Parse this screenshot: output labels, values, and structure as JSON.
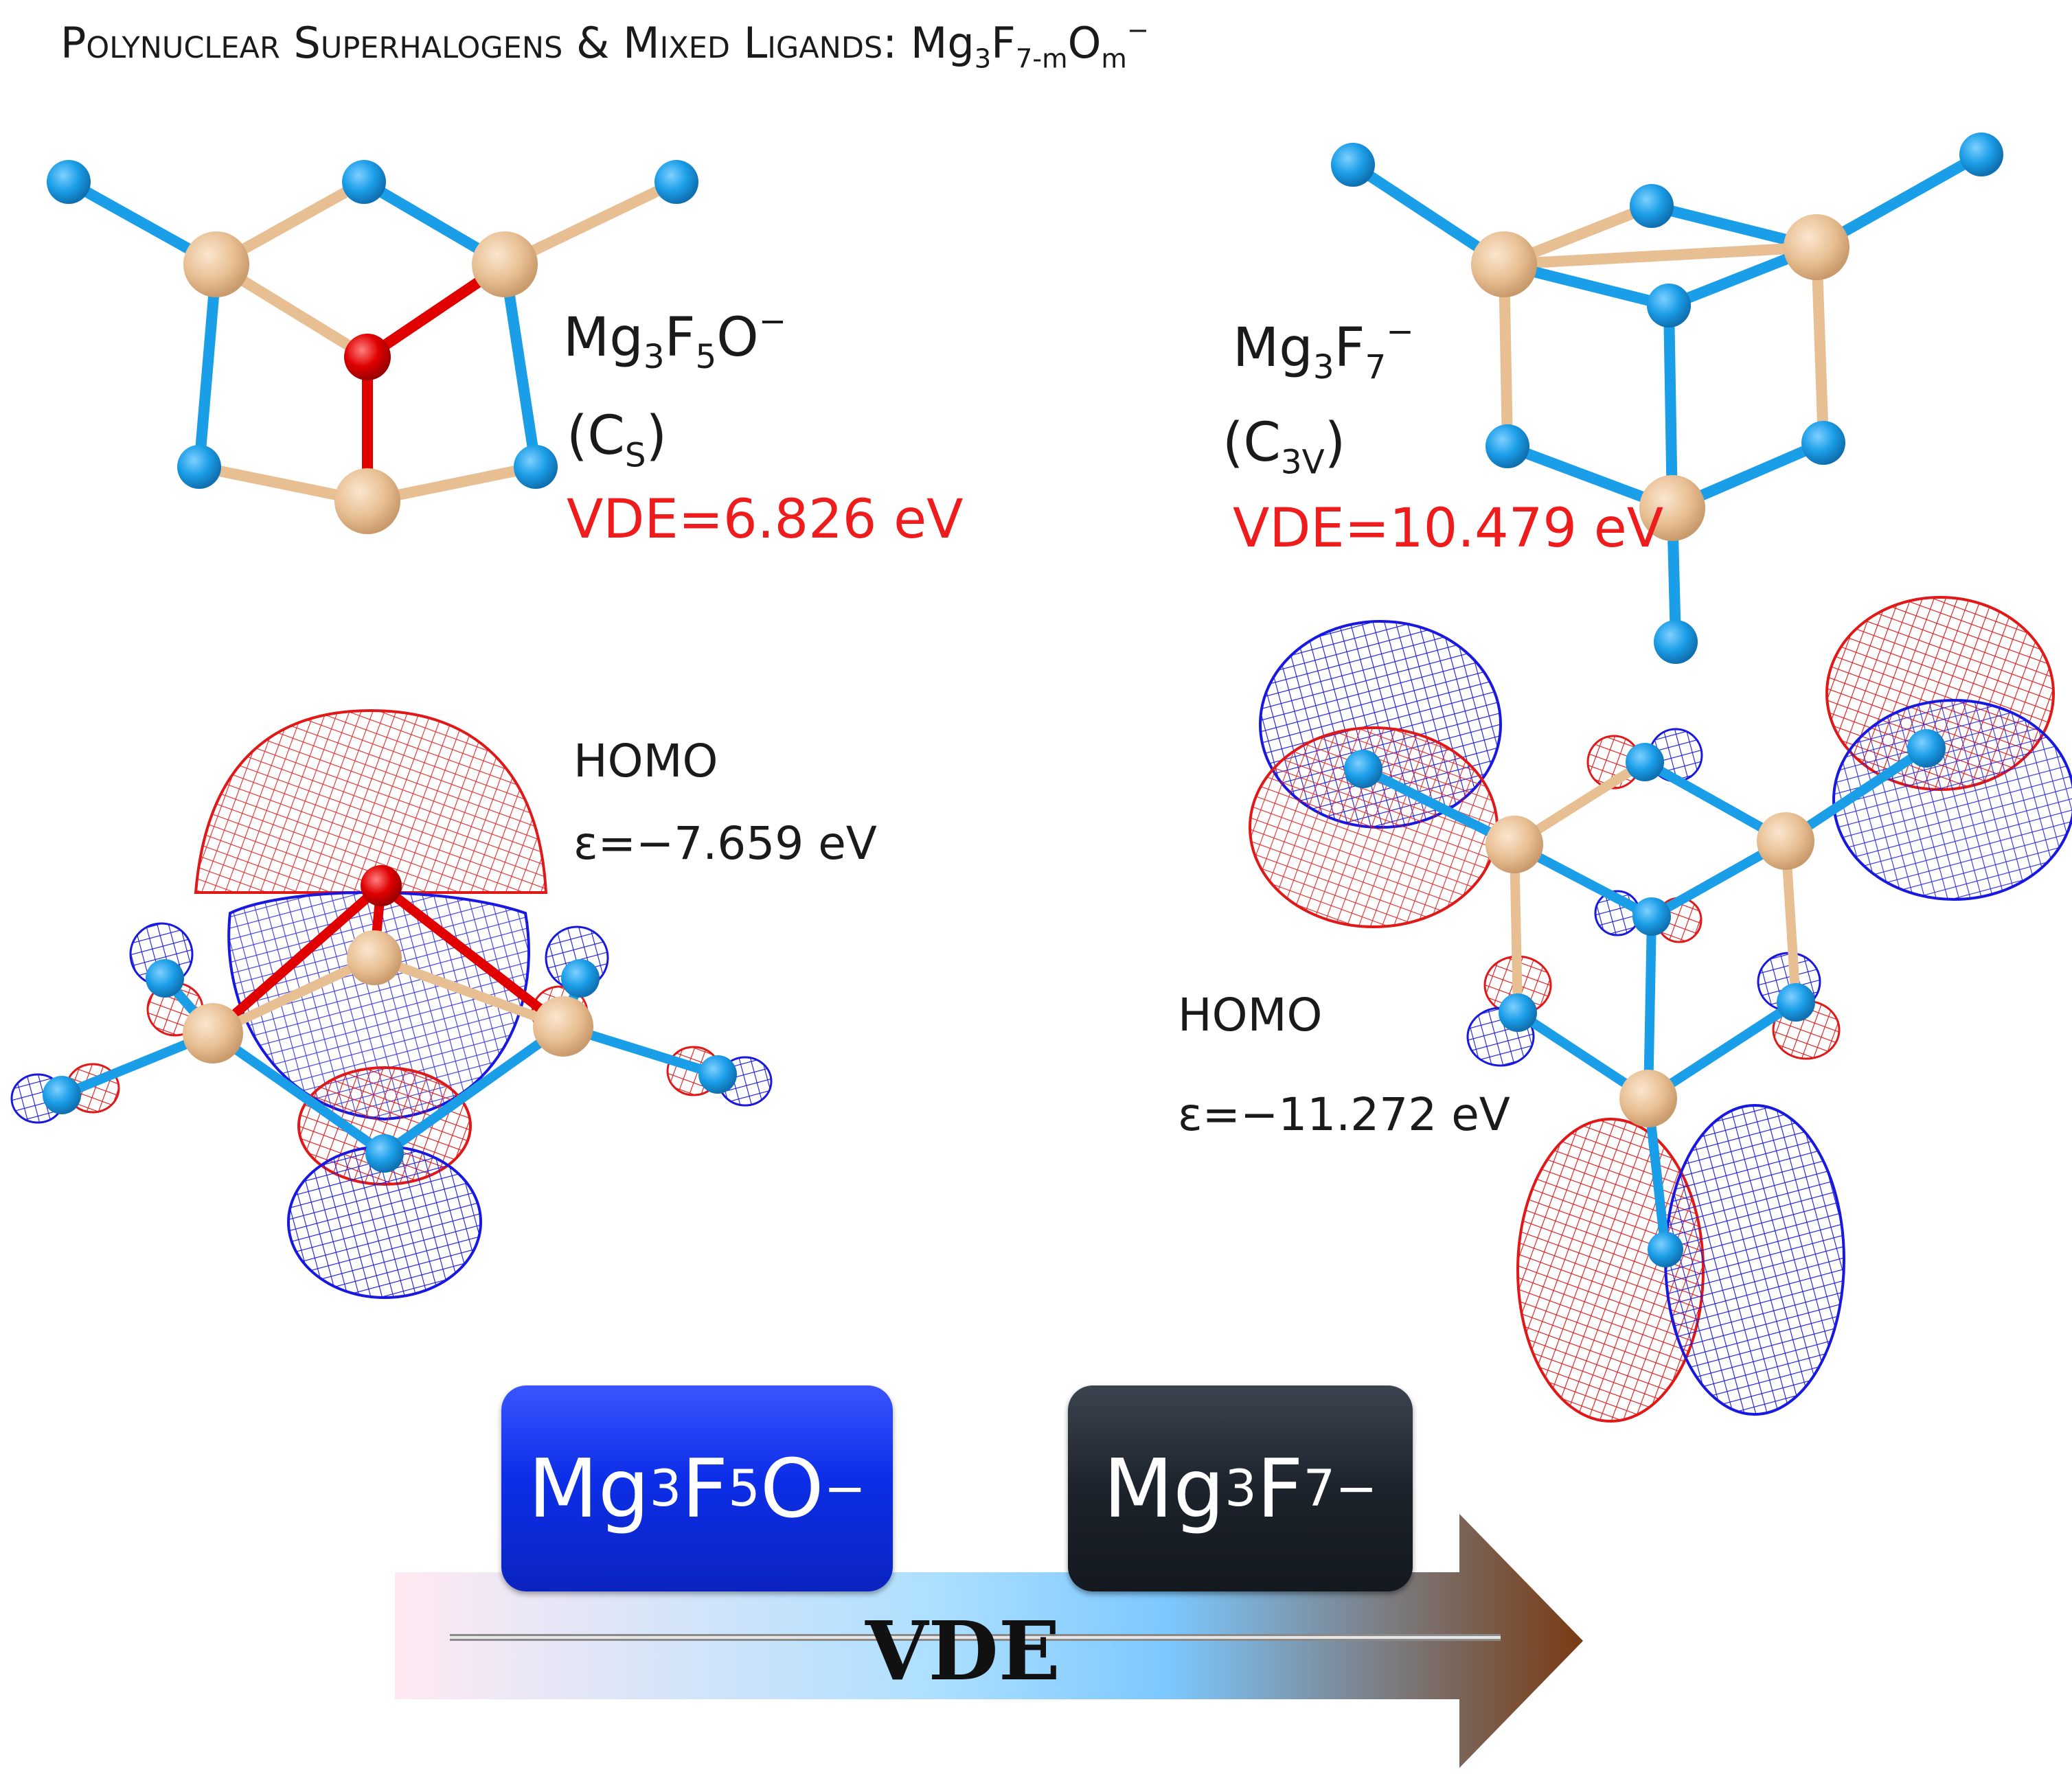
{
  "title": {
    "main": "Polynuclear Superhalogens & Mixed Ligands:",
    "formula_a": "Mg",
    "formula_a_sub": "3",
    "formula_b": "F",
    "formula_b_sub": "7-m",
    "formula_c": "O",
    "formula_c_sub": "m",
    "charge": "−"
  },
  "left": {
    "formula_a": "Mg",
    "sub_a": "3",
    "formula_b": "F",
    "sub_b": "5",
    "formula_c": "O",
    "charge": "−",
    "sym_open": "(C",
    "sym_sub": "S",
    "sym_close": ")",
    "vde": "VDE=6.826 eV",
    "homo": "HOMO",
    "eps": "ε=−7.659 eV"
  },
  "right": {
    "formula_a": "Mg",
    "sub_a": "3",
    "formula_b": "F",
    "sub_b": "7",
    "charge": "−",
    "sym_open": "(C",
    "sym_sub": "3V",
    "sym_close": ")",
    "vde": "VDE=10.479 eV",
    "homo": "HOMO",
    "eps": "ε=−11.272 eV"
  },
  "bottom": {
    "box1": {
      "a": "Mg",
      "sa": "3",
      "b": "F",
      "sb": "5",
      "c": "O",
      "charge": "−"
    },
    "box2": {
      "a": "Mg",
      "sa": "3",
      "b": "F",
      "sb": "7",
      "charge": "−"
    },
    "arrow_label": "VDE"
  },
  "colors": {
    "mg_atom": "#e8bf93",
    "f_atom": "#1b9ee8",
    "o_atom": "#e00000",
    "orbital_red": "#e01818",
    "orbital_blue": "#1818e0",
    "vde_text": "#ee1c1c",
    "box1": "#0d2ee8",
    "box2": "#1d232c",
    "arrow_end": "#7a3a12"
  }
}
